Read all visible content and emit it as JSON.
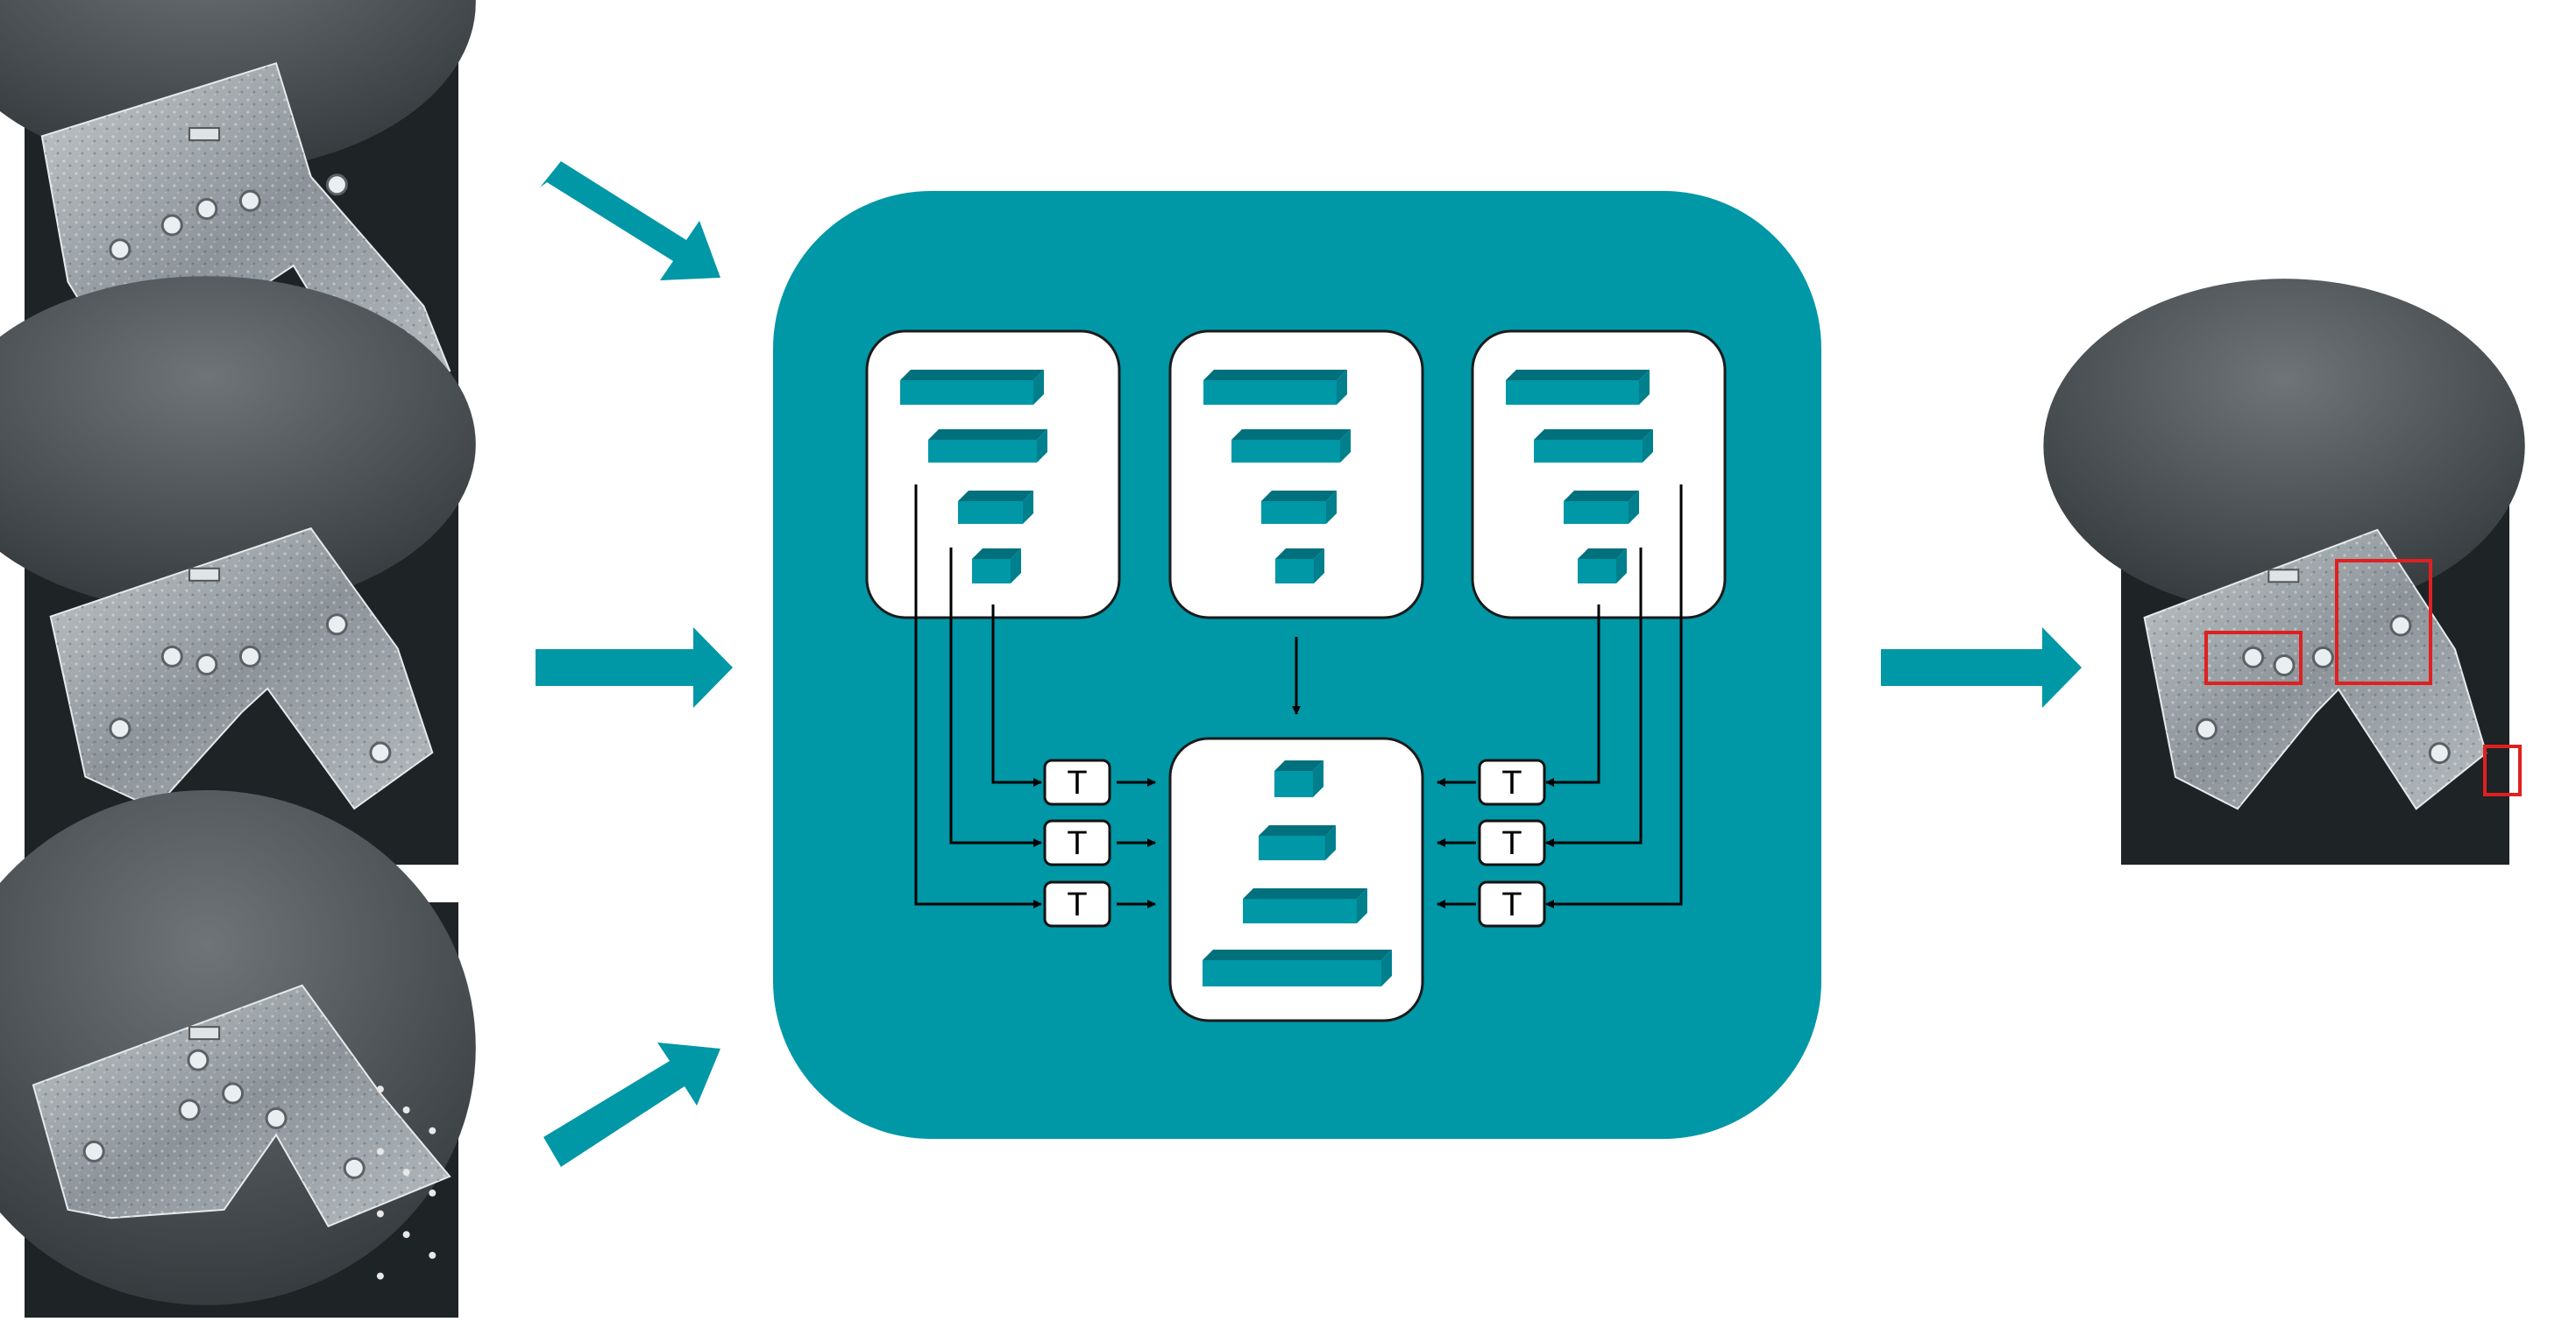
{
  "colors": {
    "teal": "#0097A7",
    "teal_dark": "#00707C",
    "teal_side": "#007F8C",
    "white": "#FFFFFF",
    "line": "#000000",
    "detection_box": "#E02020",
    "photo_dark": "#1E2326",
    "metal": "#9DA5AA"
  },
  "input_images": [
    {
      "name": "input-photo-1"
    },
    {
      "name": "input-photo-2"
    },
    {
      "name": "input-photo-3"
    }
  ],
  "output_image": {
    "name": "output-photo-detections",
    "detection_boxes": 3
  },
  "network": {
    "transform_label": "T",
    "transform_count_per_side": 3,
    "encoders": 3,
    "decoder_layers": 4
  }
}
